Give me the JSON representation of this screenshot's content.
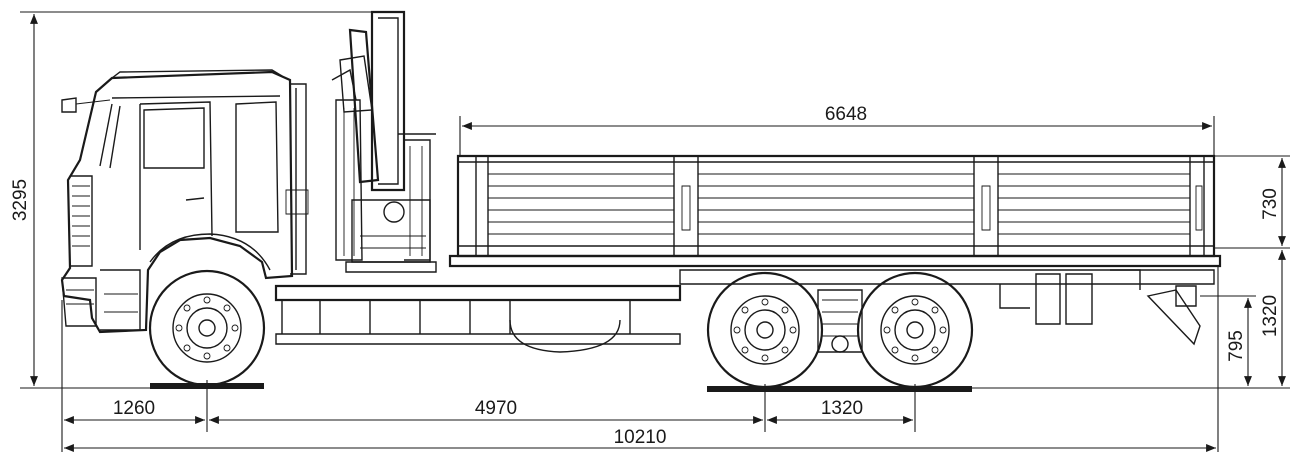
{
  "dimensions": {
    "overall_height": "3295",
    "deck_length": "6648",
    "side_height": "730",
    "frame_height": "1320",
    "rear_height": "795",
    "front_overhang": "1260",
    "wheelbase": "4970",
    "axle_spacing": "1320",
    "overall_length": "10210"
  }
}
